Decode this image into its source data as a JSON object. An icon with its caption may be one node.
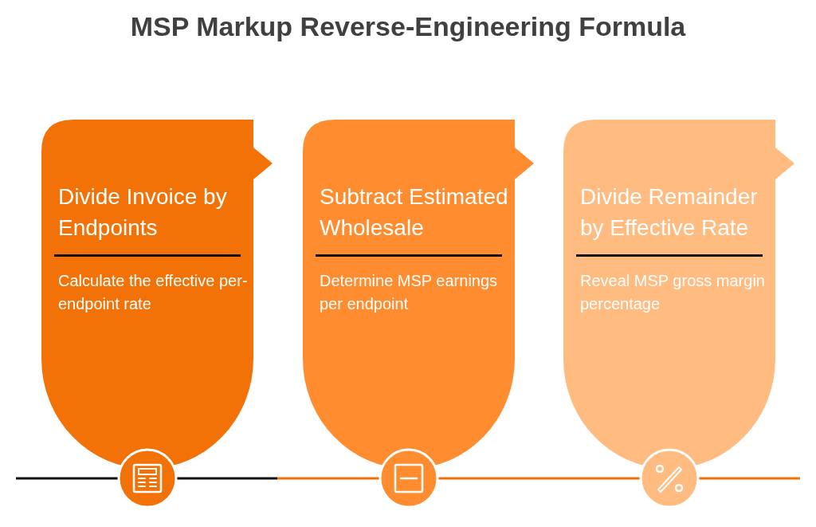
{
  "diagram": {
    "title": "MSP Markup Reverse-Engineering Formula",
    "nodes": [
      {
        "text": [
          "Divide Invoice by Endpoints",
          "Calculate the effective per-endpoint rate"
        ]
      },
      {
        "text": [
          "Subtract Estimated Wholesale",
          "Determine MSP earnings per endpoint"
        ]
      },
      {
        "text": [
          "Divide Remainder by Effective Rate",
          "Reveal MSP gross margin percentage"
        ]
      }
    ]
  }
}
